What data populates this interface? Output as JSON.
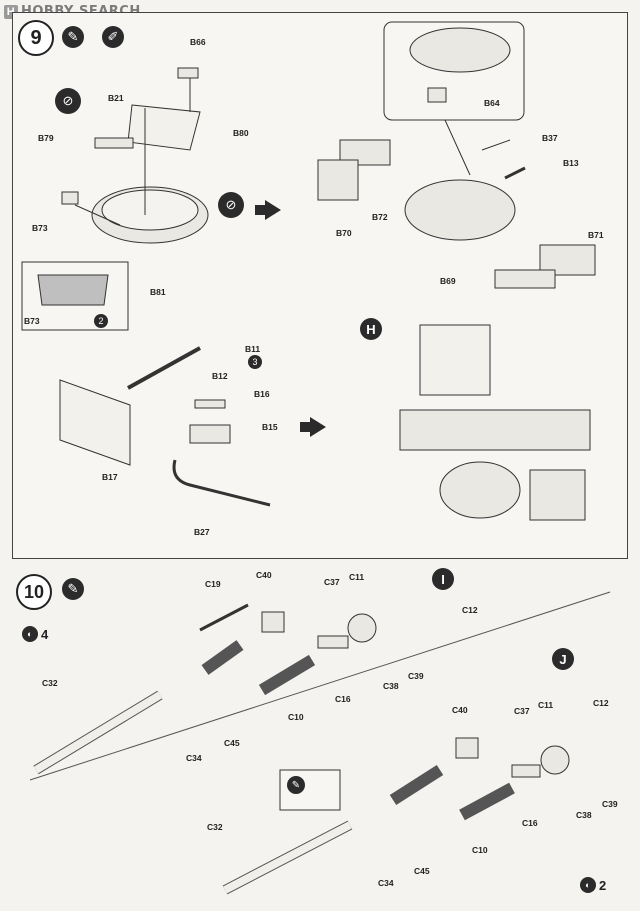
{
  "watermark": {
    "logo": "H",
    "text": "HOBBY SEARCH"
  },
  "step9": {
    "number": "9",
    "sub_h": "H",
    "labels": {
      "b66": "B66",
      "b21": "B21",
      "b79": "B79",
      "b80": "B80",
      "b73a": "B73",
      "b81": "B81",
      "b73b": "B73",
      "b64": "B64",
      "b37": "B37",
      "b13": "B13",
      "b70": "B70",
      "b72": "B72",
      "b71": "B71",
      "b69": "B69",
      "b11": "B11",
      "b12": "B12",
      "b16": "B16",
      "b15": "B15",
      "b17": "B17",
      "b27": "B27",
      "b11_count": "3",
      "b73_count": "2"
    }
  },
  "step10": {
    "number": "10",
    "sub_i": "I",
    "sub_j": "J",
    "qty_top": "4",
    "qty_bottom": "2",
    "labels": {
      "c19": "C19",
      "c40a": "C40",
      "c37a": "C37",
      "c11a": "C11",
      "c12a": "C12",
      "c32a": "C32",
      "c34a": "C34",
      "c45a": "C45",
      "c10a": "C10",
      "c16a": "C16",
      "c38a": "C38",
      "c39a": "C39",
      "c40b": "C40",
      "c37b": "C37",
      "c11b": "C11",
      "c12b": "C12",
      "c16b": "C16",
      "c38b": "C38",
      "c39b": "C39",
      "c32b": "C32",
      "c34b": "C34",
      "c45b": "C45",
      "c10b": "C10"
    }
  }
}
